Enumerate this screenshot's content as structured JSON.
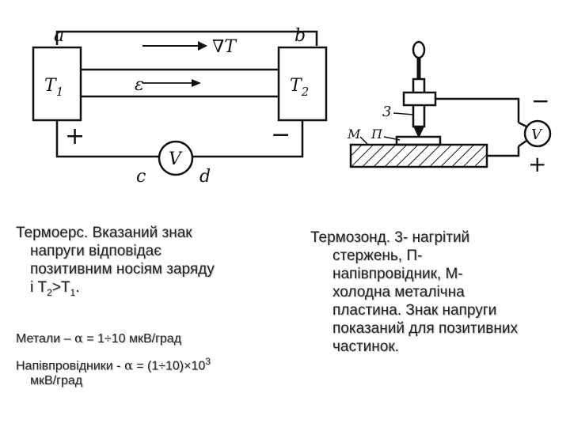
{
  "left_figure": {
    "label_a": "a",
    "label_b": "b",
    "label_c": "c",
    "label_d": "d",
    "label_T1": "T",
    "label_T1_sub": "1",
    "label_T2": "T",
    "label_T2_sub": "2",
    "label_grad": "∇T",
    "label_carrier": "ε",
    "plus": "+",
    "minus": "−",
    "voltmeter": "V"
  },
  "right_figure": {
    "label_3": "3",
    "label_M": "M",
    "label_P": "П",
    "plus": "+",
    "minus": "−",
    "voltmeter": "V"
  },
  "left_caption": {
    "line1": "Термоерс. Вказаний знак",
    "line2": "напруги відповідає",
    "line3": "позитивним носіям заряду",
    "line4_pre": "і T",
    "line4_sub1": "2",
    "line4_mid": ">T",
    "line4_sub2": "1",
    "line4_post": "."
  },
  "formulas": {
    "metals_pre": "Метали – ",
    "alpha": "α",
    "metals_post": " = 1÷10 мкВ/град",
    "semi_pre": "Напівпровідники - ",
    "semi_mid": " = (1÷10)×10",
    "semi_sup": "3",
    "semi_unit": "мкВ/град"
  },
  "right_caption": {
    "line1": "Термозонд. 3- нагрітий",
    "line2": "стержень, П-",
    "line3": "напівпровідник, М-",
    "line4": "холодна металічна",
    "line5": "пластина. Знак напруги",
    "line6": "показаний для позитивних",
    "line7": "частинок."
  }
}
